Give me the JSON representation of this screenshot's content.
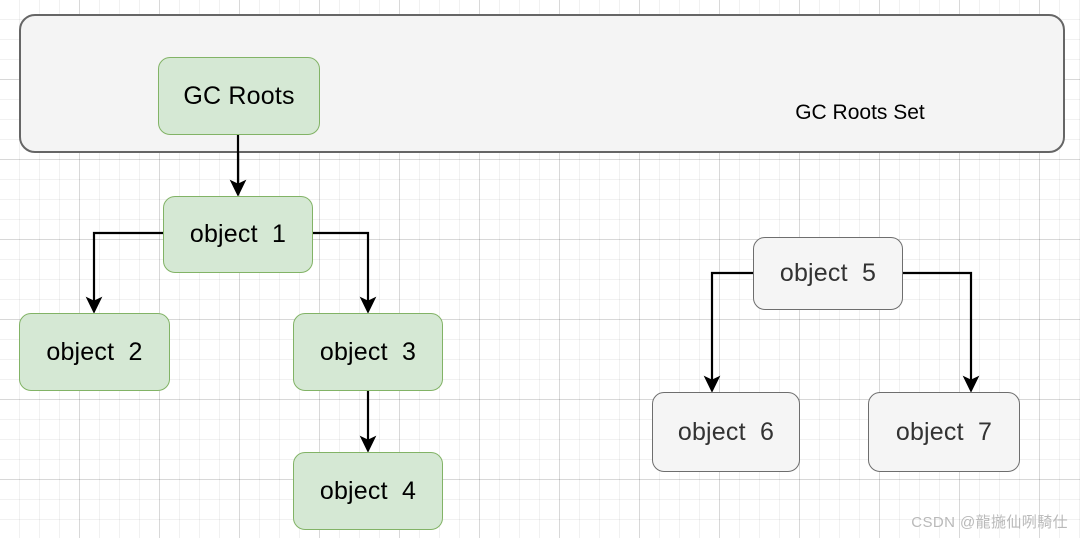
{
  "diagram": {
    "title_label": "GC Roots Set",
    "watermark": "CSDN @龍揓仙咧騎仕",
    "colors": {
      "reachable_fill": "#d5e8d4",
      "reachable_stroke": "#82b366",
      "unreachable_fill": "#f5f5f5",
      "unreachable_stroke": "#6e6e6e",
      "container_fill": "#f4f4f4",
      "container_stroke": "#666666",
      "edge_stroke": "#000000",
      "watermark_color": "#b9b9b9"
    },
    "nodes": [
      {
        "id": "gc-roots",
        "label": "GC Roots",
        "group": "reachable"
      },
      {
        "id": "object-1",
        "label": "object  1",
        "group": "reachable"
      },
      {
        "id": "object-2",
        "label": "object  2",
        "group": "reachable"
      },
      {
        "id": "object-3",
        "label": "object  3",
        "group": "reachable"
      },
      {
        "id": "object-4",
        "label": "object  4",
        "group": "reachable"
      },
      {
        "id": "object-5",
        "label": "object  5",
        "group": "unreachable"
      },
      {
        "id": "object-6",
        "label": "object  6",
        "group": "unreachable"
      },
      {
        "id": "object-7",
        "label": "object  7",
        "group": "unreachable"
      }
    ],
    "edges": [
      {
        "from": "gc-roots",
        "to": "object-1"
      },
      {
        "from": "object-1",
        "to": "object-2"
      },
      {
        "from": "object-1",
        "to": "object-3"
      },
      {
        "from": "object-3",
        "to": "object-4"
      },
      {
        "from": "object-5",
        "to": "object-6"
      },
      {
        "from": "object-5",
        "to": "object-7"
      }
    ]
  }
}
